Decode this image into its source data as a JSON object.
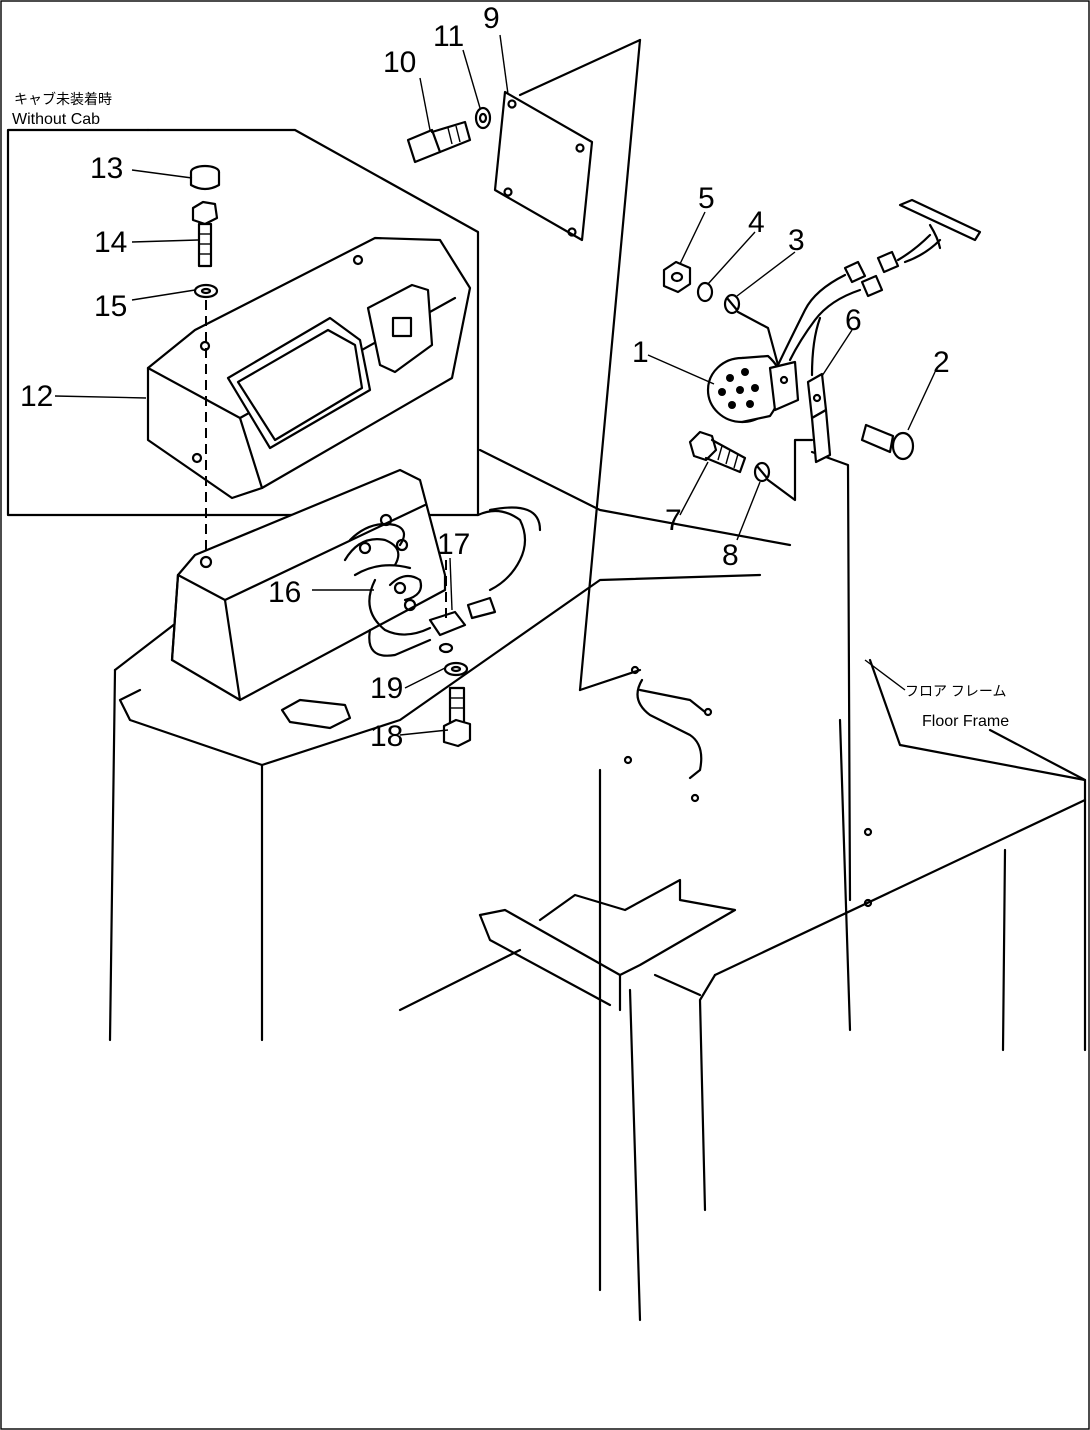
{
  "notes": {
    "without_cab_jp": "キャブ未装着時",
    "without_cab_en": "Without Cab",
    "floor_frame_jp": "フロア フレーム",
    "floor_frame_en": "Floor Frame"
  },
  "callouts": [
    {
      "id": "callout-1",
      "label": "1"
    },
    {
      "id": "callout-2",
      "label": "2"
    },
    {
      "id": "callout-3",
      "label": "3"
    },
    {
      "id": "callout-4",
      "label": "4"
    },
    {
      "id": "callout-5",
      "label": "5"
    },
    {
      "id": "callout-6",
      "label": "6"
    },
    {
      "id": "callout-7",
      "label": "7"
    },
    {
      "id": "callout-8",
      "label": "8"
    },
    {
      "id": "callout-9",
      "label": "9"
    },
    {
      "id": "callout-10",
      "label": "10"
    },
    {
      "id": "callout-11",
      "label": "11"
    },
    {
      "id": "callout-12",
      "label": "12"
    },
    {
      "id": "callout-13",
      "label": "13"
    },
    {
      "id": "callout-14",
      "label": "14"
    },
    {
      "id": "callout-15",
      "label": "15"
    },
    {
      "id": "callout-16",
      "label": "16"
    },
    {
      "id": "callout-17",
      "label": "17"
    },
    {
      "id": "callout-18",
      "label": "18"
    },
    {
      "id": "callout-19",
      "label": "19"
    }
  ]
}
